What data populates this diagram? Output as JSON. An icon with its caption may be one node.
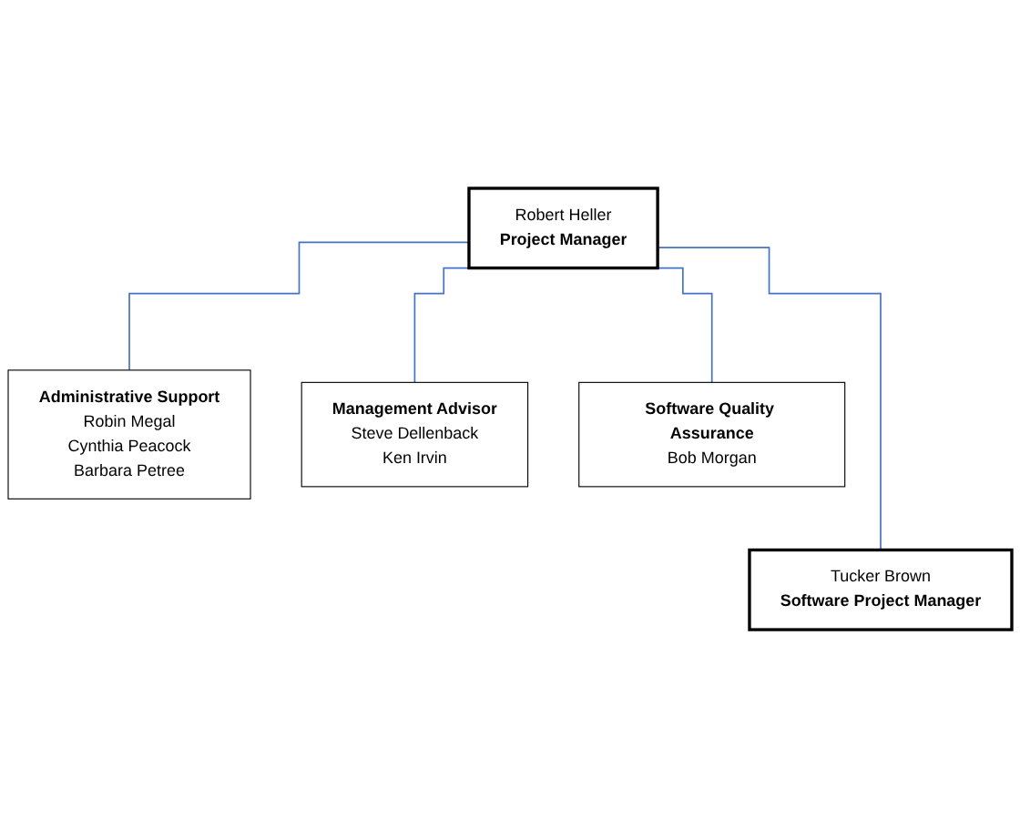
{
  "diagram": {
    "nodes": [
      {
        "text": [
          "Robert Heller",
          "Project Manager"
        ]
      },
      {
        "text": [
          "Administrative Support",
          "Robin Megal",
          "Cynthia Peacock",
          "Barbara Petree"
        ]
      },
      {
        "text": [
          "Management Advisor",
          "Steve Dellenback",
          "Ken Irvin"
        ]
      },
      {
        "text": [
          "Software Quality Assurance",
          "Bob Morgan"
        ]
      },
      {
        "text": [
          "Tucker Brown",
          "Software Project Manager"
        ]
      }
    ],
    "edges": [
      {
        "from": 0,
        "to": 1,
        "arrow": "none"
      },
      {
        "from": 0,
        "to": 2,
        "arrow": "none"
      },
      {
        "from": 0,
        "to": 3,
        "arrow": "none"
      },
      {
        "from": 0,
        "to": 4,
        "arrow": "none"
      }
    ]
  }
}
